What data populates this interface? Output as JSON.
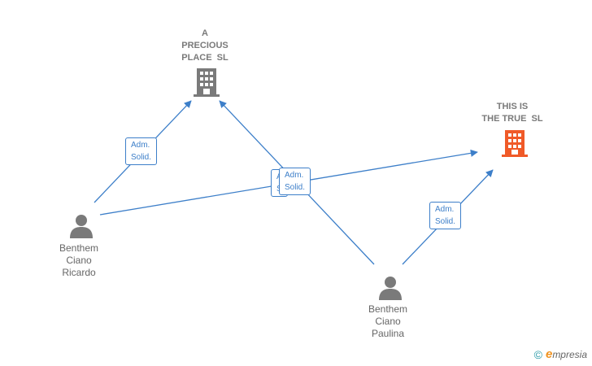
{
  "colors": {
    "edge": "#3d7fc9",
    "company_main": "#7a7a7a",
    "company_highlight": "#f05a28",
    "person": "#7a7a7a"
  },
  "nodes": {
    "precious": {
      "type": "company",
      "icon": "building-icon",
      "label": [
        "A",
        "PRECIOUS",
        "PLACE  SL"
      ]
    },
    "truesl": {
      "type": "company",
      "icon": "building-icon",
      "label": [
        "THIS IS",
        "THE TRUE  SL"
      ]
    },
    "ricardo": {
      "type": "person",
      "icon": "person-icon",
      "label": [
        "Benthem",
        "Ciano",
        "Ricardo"
      ]
    },
    "paulina": {
      "type": "person",
      "icon": "person-icon",
      "label": [
        "Benthem",
        "Ciano",
        "Paulina"
      ]
    }
  },
  "edges": [
    {
      "from": "ricardo",
      "to": "precious",
      "label": [
        "Adm.",
        "Solid."
      ]
    },
    {
      "from": "ricardo",
      "to": "truesl",
      "label": []
    },
    {
      "from": "paulina",
      "to": "precious",
      "label": [
        "Adm.",
        "Solid."
      ]
    },
    {
      "from": "paulina",
      "to": "truesl",
      "label": [
        "Adm.",
        "Solid."
      ]
    }
  ],
  "footer": {
    "copyright": "©",
    "brand_initial": "e",
    "brand_rest": "mpresia"
  }
}
